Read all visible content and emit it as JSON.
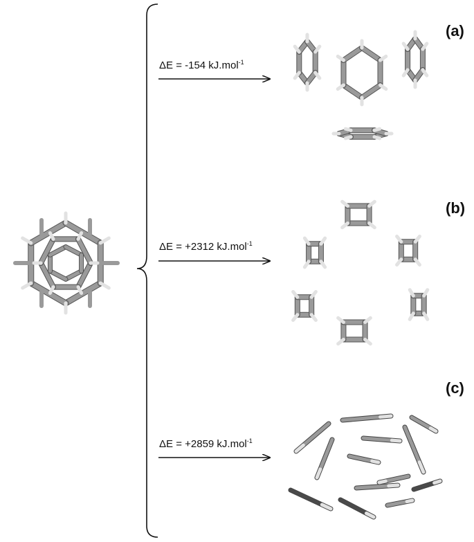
{
  "figure": {
    "panels": [
      {
        "label": "(a)",
        "delta_e": "ΔE = -154 kJ.mol",
        "unit_exp": "-1"
      },
      {
        "label": "(b)",
        "delta_e": "ΔE = +2312 kJ.mol",
        "unit_exp": "-1"
      },
      {
        "label": "(c)",
        "delta_e": "ΔE = +2859 kJ.mol",
        "unit_exp": "-1"
      }
    ]
  },
  "colors": {
    "bond": "#9a9a9a",
    "bond_dark": "#4a4a4a",
    "hydrogen": "#e2e2e2",
    "ink": "#111111"
  }
}
